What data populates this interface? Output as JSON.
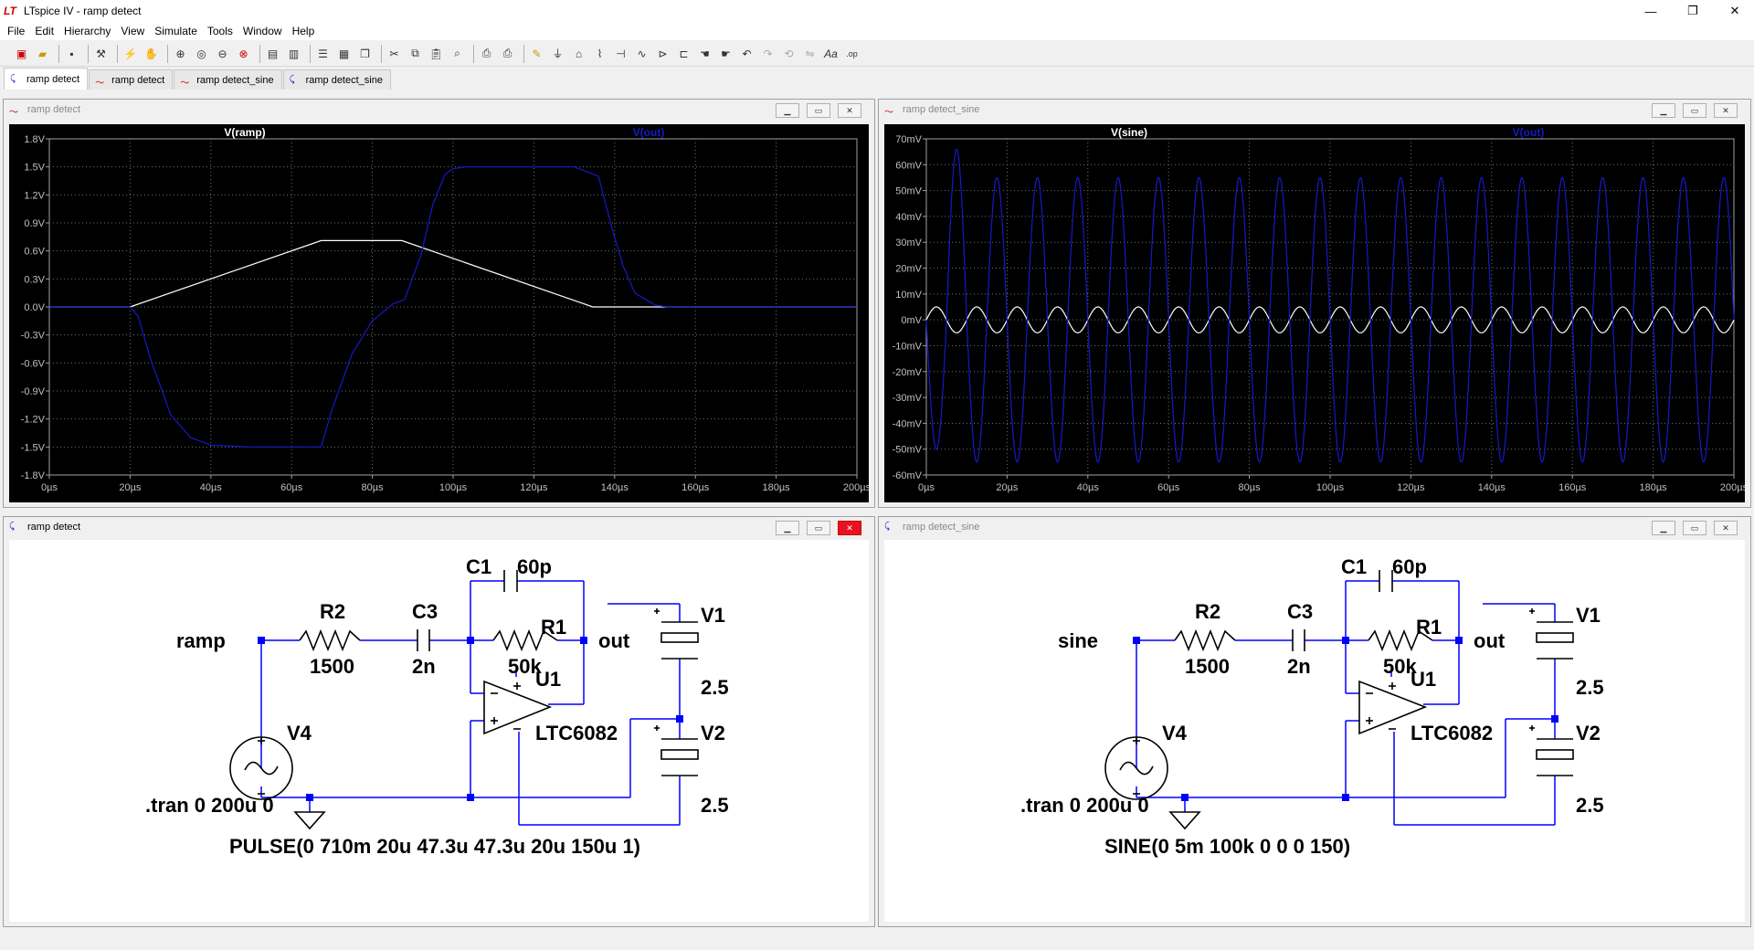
{
  "window": {
    "title": "LTspice IV - ramp detect",
    "app_logo": "LT"
  },
  "menu": [
    "File",
    "Edit",
    "Hierarchy",
    "View",
    "Simulate",
    "Tools",
    "Window",
    "Help"
  ],
  "tabs": [
    {
      "label": "ramp detect",
      "icon": "schematic-icon",
      "active": true
    },
    {
      "label": "ramp detect",
      "icon": "waveform-icon",
      "active": false
    },
    {
      "label": "ramp detect_sine",
      "icon": "waveform-icon",
      "active": false
    },
    {
      "label": "ramp detect_sine",
      "icon": "schematic-icon",
      "active": false
    }
  ],
  "plot_left": {
    "window_title": "ramp detect",
    "trace1": "V(ramp)",
    "trace2": "V(out)",
    "y_ticks": [
      "1.8V",
      "1.5V",
      "1.2V",
      "0.9V",
      "0.6V",
      "0.3V",
      "0.0V",
      "-0.3V",
      "-0.6V",
      "-0.9V",
      "-1.2V",
      "-1.5V",
      "-1.8V"
    ],
    "x_ticks": [
      "0µs",
      "20µs",
      "40µs",
      "60µs",
      "80µs",
      "100µs",
      "120µs",
      "140µs",
      "160µs",
      "180µs",
      "200µs"
    ]
  },
  "plot_right": {
    "window_title": "ramp detect_sine",
    "trace1": "V(sine)",
    "trace2": "V(out)",
    "y_ticks": [
      "70mV",
      "60mV",
      "50mV",
      "40mV",
      "30mV",
      "20mV",
      "10mV",
      "0mV",
      "-10mV",
      "-20mV",
      "-30mV",
      "-40mV",
      "-50mV",
      "-60mV"
    ],
    "x_ticks": [
      "0µs",
      "20µs",
      "40µs",
      "60µs",
      "80µs",
      "100µs",
      "120µs",
      "140µs",
      "160µs",
      "180µs",
      "200µs"
    ]
  },
  "schem_left": {
    "window_title": "ramp detect",
    "input_label": "ramp",
    "R2": "R2",
    "R2_val": "1500",
    "C3": "C3",
    "C3_val": "2n",
    "C1": "C1",
    "C1_val": "60p",
    "R1": "R1",
    "R1_val": "50k",
    "out": "out",
    "U1": "U1",
    "U1_val": "LTC6082",
    "V1": "V1",
    "V1_val": "2.5",
    "V2": "V2",
    "V2_val": "2.5",
    "V4": "V4",
    "directive": ".tran 0 200u 0",
    "source": "PULSE(0 710m 20u 47.3u 47.3u 20u 150u 1)"
  },
  "schem_right": {
    "window_title": "ramp detect_sine",
    "input_label": "sine",
    "R2": "R2",
    "R2_val": "1500",
    "C3": "C3",
    "C3_val": "2n",
    "C1": "C1",
    "C1_val": "60p",
    "R1": "R1",
    "R1_val": "50k",
    "out": "out",
    "U1": "U1",
    "U1_val": "LTC6082",
    "V1": "V1",
    "V1_val": "2.5",
    "V2": "V2",
    "V2_val": "2.5",
    "V4": "V4",
    "directive": ".tran 0 200u 0",
    "source": "SINE(0 5m 100k 0 0 0 150)"
  },
  "colors": {
    "trace_white": "#ffffff",
    "trace_blue": "#1818c8",
    "wire": "#0000ff",
    "plot_bg": "#000000",
    "grid": "#707070"
  },
  "chart_data": [
    {
      "type": "line",
      "xlabel": "",
      "ylabel": "",
      "xlim": [
        0,
        200
      ],
      "ylim": [
        -1.8,
        1.8
      ],
      "x_unit": "µs",
      "y_unit": "V",
      "grid": true,
      "series": [
        {
          "name": "V(ramp)",
          "x": [
            0,
            20,
            67.3,
            87.3,
            134.6,
            200
          ],
          "values": [
            0,
            0,
            0.71,
            0.71,
            0,
            0
          ]
        },
        {
          "name": "V(out)",
          "x": [
            0,
            20,
            22,
            25,
            30,
            35,
            40,
            50,
            60,
            67.3,
            70,
            75,
            80,
            85,
            88,
            92,
            95,
            98,
            100,
            103,
            106,
            110,
            120,
            130,
            136,
            139,
            142,
            145,
            150,
            153,
            160,
            200
          ],
          "values": [
            0,
            0,
            -0.1,
            -0.55,
            -1.15,
            -1.4,
            -1.48,
            -1.5,
            -1.5,
            -1.5,
            -1.1,
            -0.5,
            -0.15,
            0.03,
            0.08,
            0.55,
            1.1,
            1.42,
            1.48,
            1.5,
            1.5,
            1.5,
            1.5,
            1.5,
            1.4,
            0.9,
            0.45,
            0.15,
            0.02,
            0,
            0,
            0
          ]
        }
      ]
    },
    {
      "type": "line",
      "xlabel": "",
      "ylabel": "",
      "xlim": [
        0,
        200
      ],
      "ylim": [
        -60,
        70
      ],
      "x_unit": "µs",
      "y_unit": "mV",
      "grid": true,
      "series": [
        {
          "name": "V(sine)",
          "frequency_khz": 100,
          "amplitude": 5,
          "offset": 0,
          "cycles": 20
        },
        {
          "name": "V(out)",
          "frequency_khz": 100,
          "amplitude": 55,
          "first_peak": 66,
          "first_trough": -50,
          "offset": 0,
          "cycles": 20
        }
      ]
    }
  ]
}
